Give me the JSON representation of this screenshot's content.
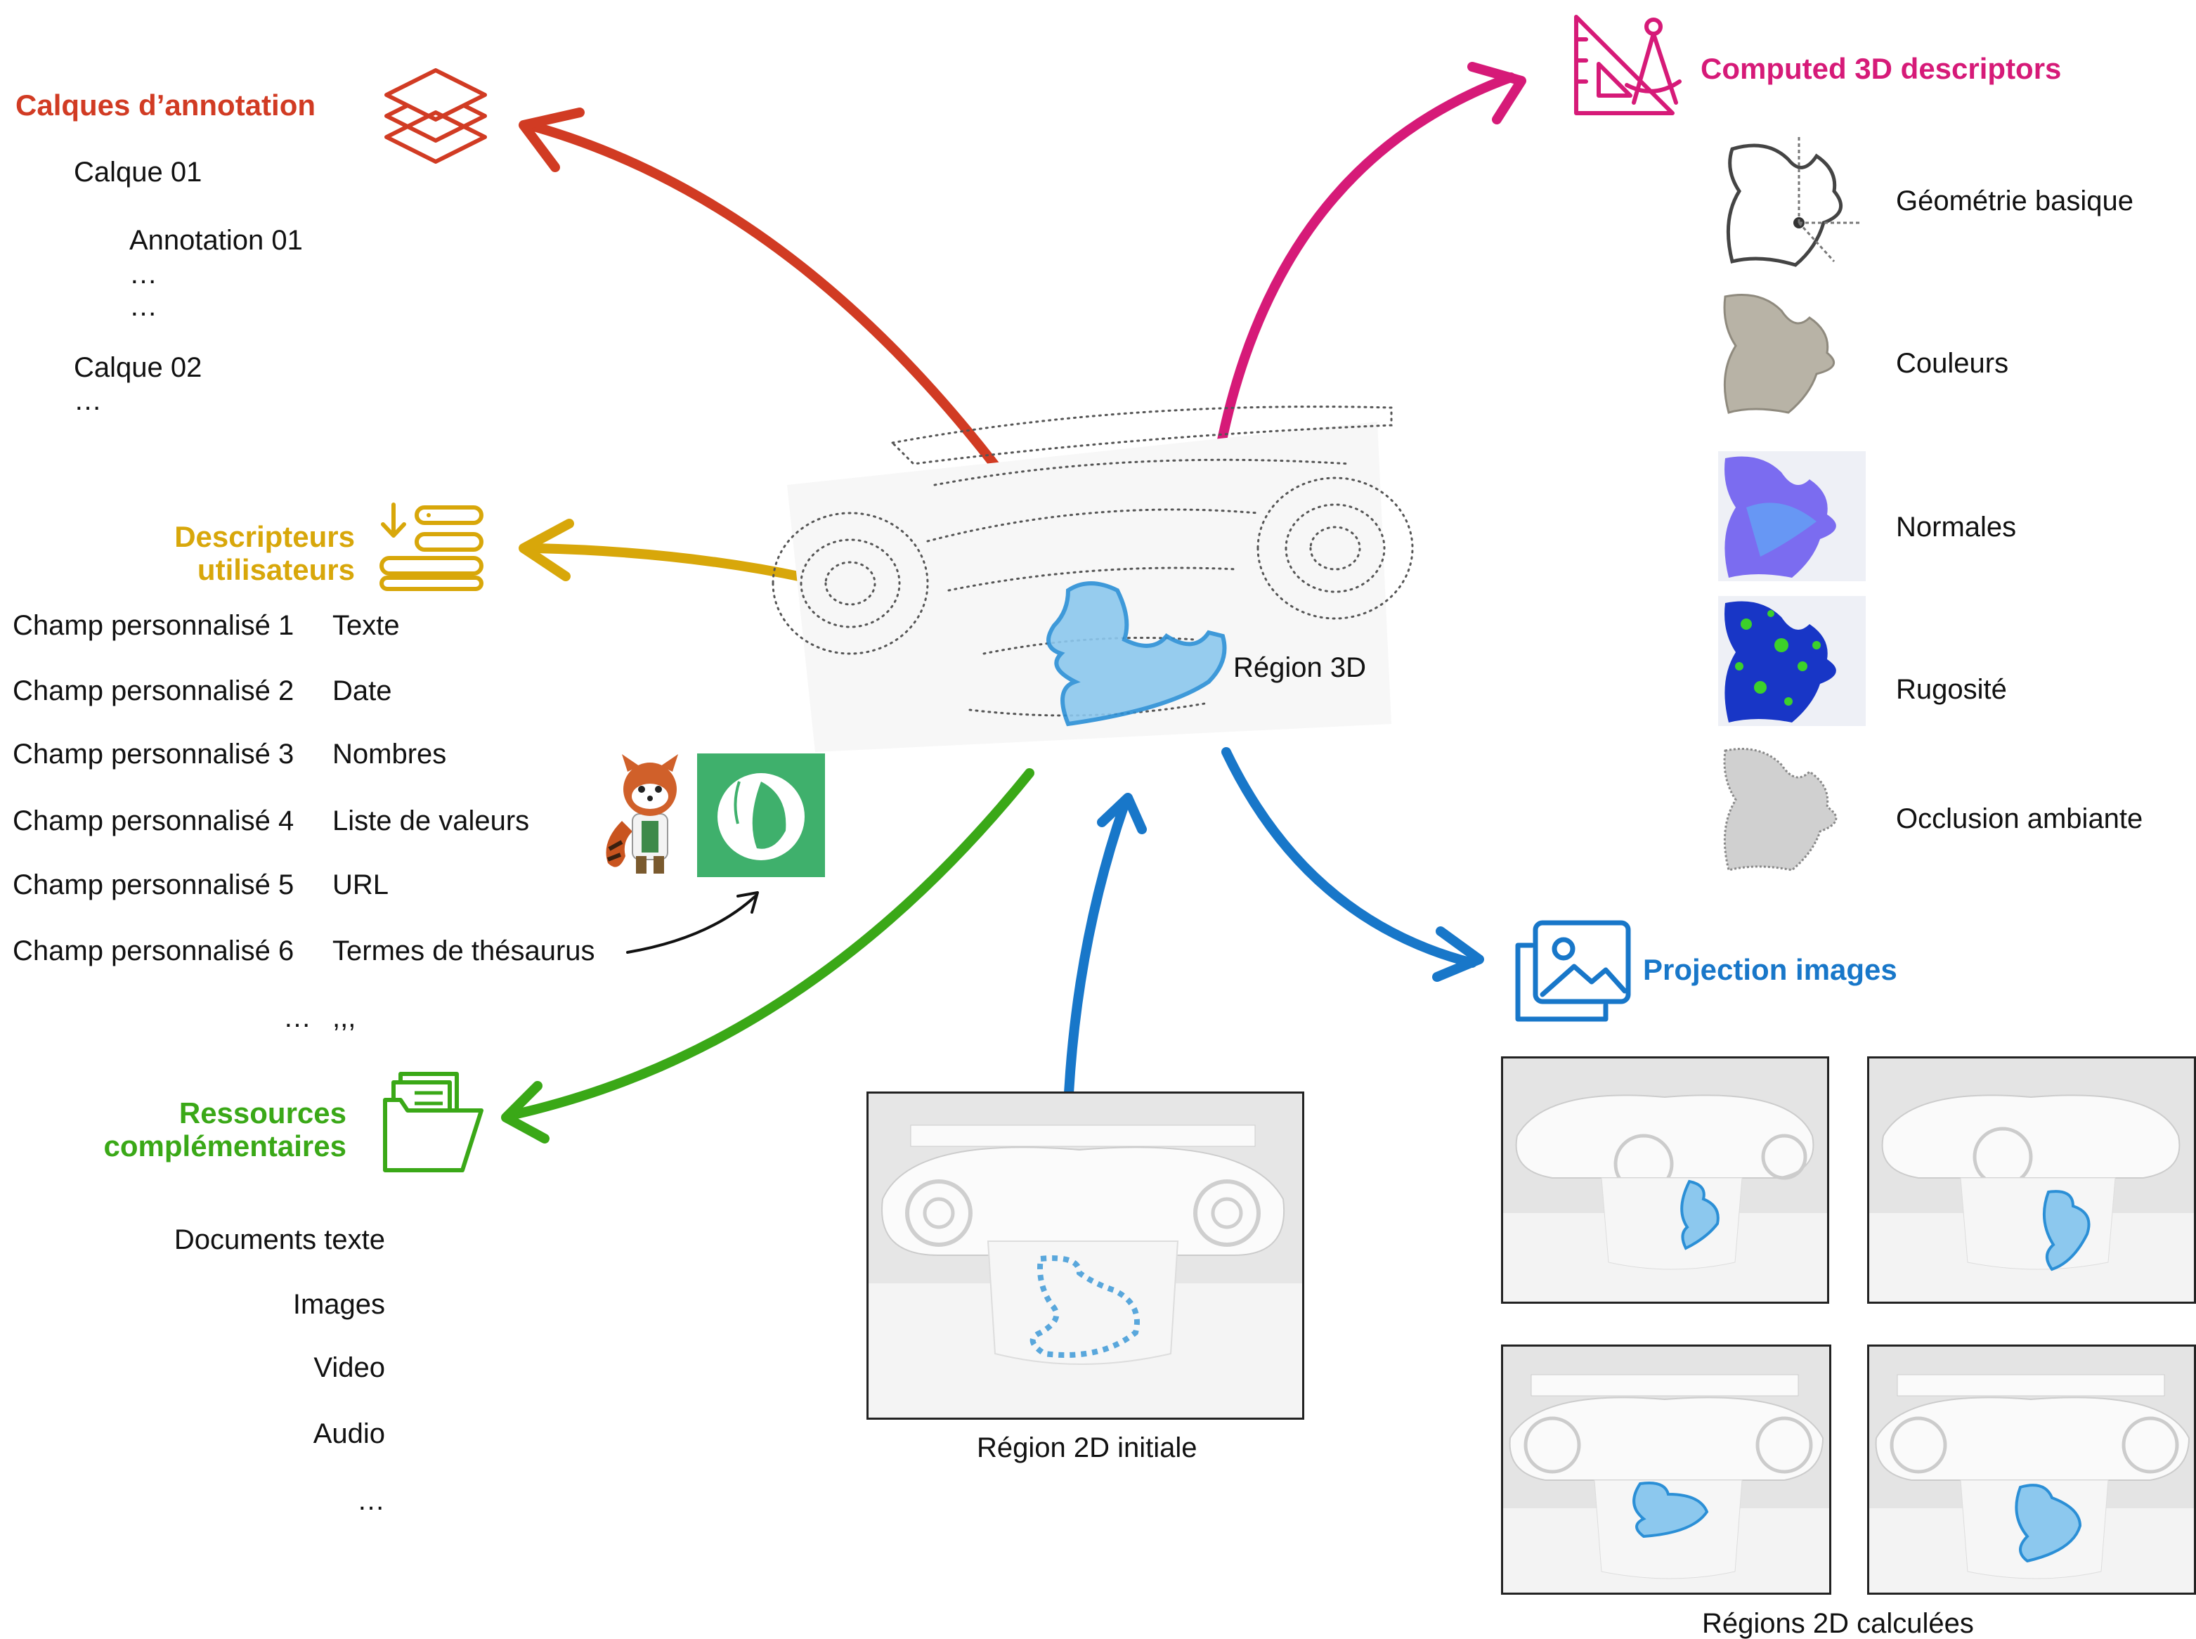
{
  "center": {
    "label": "Région 3D"
  },
  "annotation_layers": {
    "title": "Calques d’annotation",
    "items": [
      "Calque 01",
      "Annotation 01",
      "…",
      "…",
      "Calque 02",
      "…"
    ],
    "color": "#d13b23"
  },
  "user_descriptors": {
    "title_line1": "Descripteurs",
    "title_line2": "utilisateurs",
    "color": "#d8a70a",
    "fields": [
      {
        "name": "Champ personnalisé 1",
        "type": "Texte"
      },
      {
        "name": "Champ personnalisé 2",
        "type": "Date"
      },
      {
        "name": "Champ personnalisé 3",
        "type": "Nombres"
      },
      {
        "name": "Champ personnalisé 4",
        "type": "Liste de valeurs"
      },
      {
        "name": "Champ personnalisé 5",
        "type": "URL"
      },
      {
        "name": "Champ personnalisé 6",
        "type": "Termes de thésaurus"
      }
    ],
    "more_name": "…",
    "more_type": ",,,"
  },
  "resources": {
    "title_line1": "Ressources",
    "title_line2": "complémentaires",
    "color": "#3aa817",
    "items": [
      "Documents texte",
      "Images",
      "Video",
      "Audio",
      "…"
    ]
  },
  "descriptors_3d": {
    "title": "Computed 3D descriptors",
    "color": "#d61a78",
    "items": [
      "Géométrie basique",
      "Couleurs",
      "Normales",
      "Rugosité",
      "Occlusion ambiante"
    ]
  },
  "projection": {
    "title": "Projection images",
    "color": "#1877c9",
    "caption": "Régions 2D calculées"
  },
  "initial_region": {
    "caption": "Région 2D initiale"
  },
  "icons": [
    "layers-icon",
    "list-descriptors-icon",
    "folder-documents-icon",
    "drafting-tools-icon",
    "images-icon",
    "red-panda-mascot-icon",
    "thesaurus-logo-icon"
  ]
}
